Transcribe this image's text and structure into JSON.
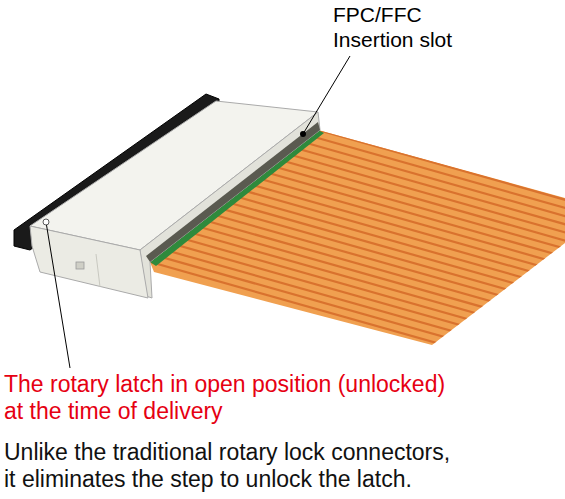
{
  "diagram": {
    "labels": [
      "FPC/FFC Insertion slot",
      "The rotary latch in open position (unlocked) at the time of delivery",
      "Unlike the traditional rotary lock connectors, it eliminates the step to unlock the latch."
    ]
  }
}
